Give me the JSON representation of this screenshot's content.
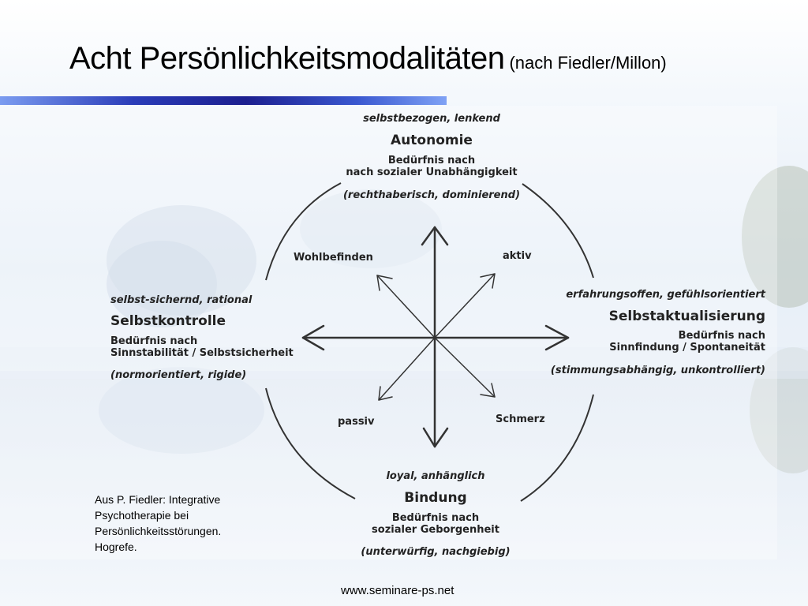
{
  "slide": {
    "title": "Acht Persönlichkeitsmodalitäten",
    "subtitle": "(nach Fiedler/Millon)",
    "source_lines": [
      "Aus P. Fiedler: Integrative",
      "Psychotherapie bei",
      "Persönlichkeitsstörungen.",
      "Hogrefe."
    ],
    "footer": "www.seminare-ps.net"
  },
  "diagram": {
    "top": {
      "style": "selbstbezogen, lenkend",
      "name": "Autonomie",
      "need_1": "Bedürfnis nach",
      "need_2": "nach sozialer Unabhängigkeit",
      "extreme": "(rechthaberisch, dominierend)"
    },
    "left": {
      "style": "selbst-sichernd, rational",
      "name": "Selbstkontrolle",
      "need_1": "Bedürfnis nach",
      "need_2": "Sinnstabilität / Selbstsicherheit",
      "extreme": "(normorientiert, rigide)"
    },
    "right": {
      "style": "erfahrungsoffen, gefühlsorientiert",
      "name": "Selbstaktualisierung",
      "need_1": "Bedürfnis nach",
      "need_2": "Sinnfindung / Spontaneität",
      "extreme": "(stimmungsabhängig, unkontrolliert)"
    },
    "bottom": {
      "style": "loyal, anhänglich",
      "name": "Bindung",
      "need_1": "Bedürfnis nach",
      "need_2": "sozialer Geborgenheit",
      "extreme": "(unterwürfig, nachgiebig)"
    },
    "diagonals": {
      "upper_left": "Wohlbefinden",
      "upper_right": "aktiv",
      "lower_left": "passiv",
      "lower_right": "Schmerz"
    }
  },
  "colors": {
    "title_rule_dark": "#1c1f8f",
    "title_rule_light": "#7b9cf0",
    "line": "#333333"
  }
}
